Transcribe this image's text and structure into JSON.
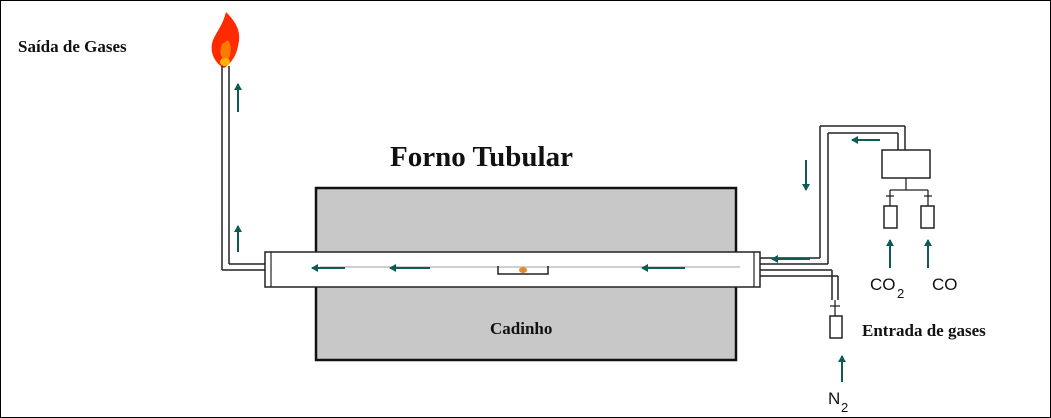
{
  "labels": {
    "exhaust": "Saída de Gases",
    "furnace": "Forno Tubular",
    "crucible": "Cadinho",
    "gas_inlet": "Entrada de gases",
    "gas_co2": "CO",
    "gas_co2_sub": "2",
    "gas_co": "CO",
    "gas_n2": "N",
    "gas_n2_sub": "2"
  },
  "colors": {
    "furnace_fill": "#c8c8c8",
    "arrow": "#0f5a55",
    "flame_outer": "#ff2a00",
    "flame_inner": "#ffb000",
    "pipe": "#222222"
  },
  "icons": [
    "flame-icon"
  ]
}
